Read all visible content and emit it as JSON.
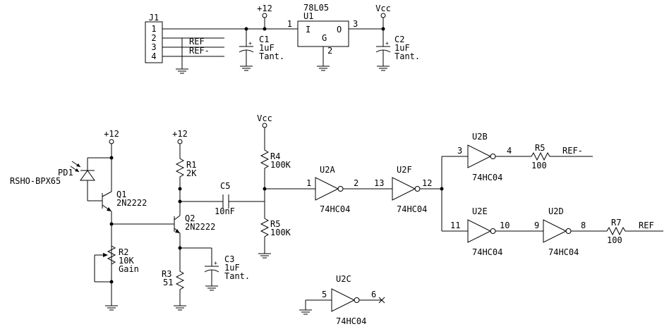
{
  "supplies": {
    "plus12": "+12",
    "vcc": "Vcc"
  },
  "connector": {
    "ref": "J1",
    "pins": [
      "1",
      "2",
      "3",
      "4"
    ],
    "nets": [
      "REF",
      "REF-"
    ]
  },
  "regulator": {
    "ref": "U1",
    "value": "78L05",
    "pin_in": "1",
    "pin_out": "3",
    "pin_gnd": "2",
    "label_in": "I",
    "label_out": "O",
    "label_gnd": "G"
  },
  "capacitors": {
    "c1": {
      "ref": "C1",
      "value": "1uF",
      "type": "Tant."
    },
    "c2": {
      "ref": "C2",
      "value": "1uF",
      "type": "Tant."
    },
    "c3": {
      "ref": "C3",
      "value": "1uF",
      "type": "Tant."
    },
    "c5": {
      "ref": "C5",
      "value": "10nF"
    },
    "polarity": "+"
  },
  "photodiode": {
    "ref": "PD1",
    "value": "RSHO-BPX65"
  },
  "transistors": {
    "q1": {
      "ref": "Q1",
      "value": "2N2222"
    },
    "q2": {
      "ref": "Q2",
      "value": "2N2222"
    }
  },
  "resistors": {
    "r1": {
      "ref": "R1",
      "value": "2K"
    },
    "r2": {
      "ref": "R2",
      "value": "10K",
      "note": "Gain"
    },
    "r3": {
      "ref": "R3",
      "value": "51"
    },
    "r4": {
      "ref": "R4",
      "value": "100K"
    },
    "r5a": {
      "ref": "R5",
      "value": "100K"
    },
    "r5b": {
      "ref": "R5",
      "value": "100"
    },
    "r7": {
      "ref": "R7",
      "value": "100"
    }
  },
  "inverters": {
    "u2a": {
      "ref": "U2A",
      "part": "74HC04",
      "pin_in": "1",
      "pin_out": "2"
    },
    "u2f": {
      "ref": "U2F",
      "part": "74HC04",
      "pin_in": "13",
      "pin_out": "12"
    },
    "u2b": {
      "ref": "U2B",
      "part": "74HC04",
      "pin_in": "3",
      "pin_out": "4"
    },
    "u2e": {
      "ref": "U2E",
      "part": "74HC04",
      "pin_in": "11",
      "pin_out": "10"
    },
    "u2d": {
      "ref": "U2D",
      "part": "74HC04",
      "pin_in": "9",
      "pin_out": "8"
    },
    "u2c": {
      "ref": "U2C",
      "part": "74HC04",
      "pin_in": "5",
      "pin_out": "6"
    }
  },
  "outputs": {
    "ref_minus": "REF-",
    "ref": "REF"
  }
}
